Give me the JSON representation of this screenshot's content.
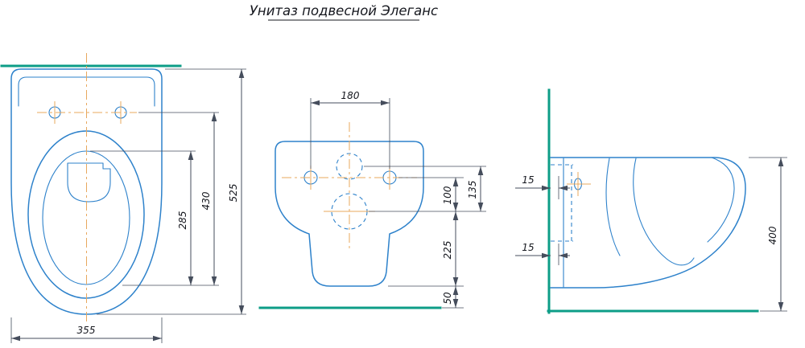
{
  "title": "Унитаз подвесной Элеганс",
  "colors": {
    "outline_blue": "#2e82cb",
    "wall_floor_teal": "#0d9d87",
    "centerline_orange": "#e8a85e",
    "dimension_gray": "#454d5c",
    "text": "#15171e",
    "background": "#ffffff"
  },
  "views": {
    "top": {
      "width": "355",
      "depth": "525",
      "holes_to_front": "430",
      "bowl_length": "285"
    },
    "front": {
      "holes_spacing": "180",
      "inlet_to_outlet": "135",
      "holes_to_outlet": "100",
      "outlet_to_bottom": "225",
      "bottom_gap": "50"
    },
    "side": {
      "offset_upper": "15",
      "offset_lower": "15",
      "height": "400"
    }
  }
}
